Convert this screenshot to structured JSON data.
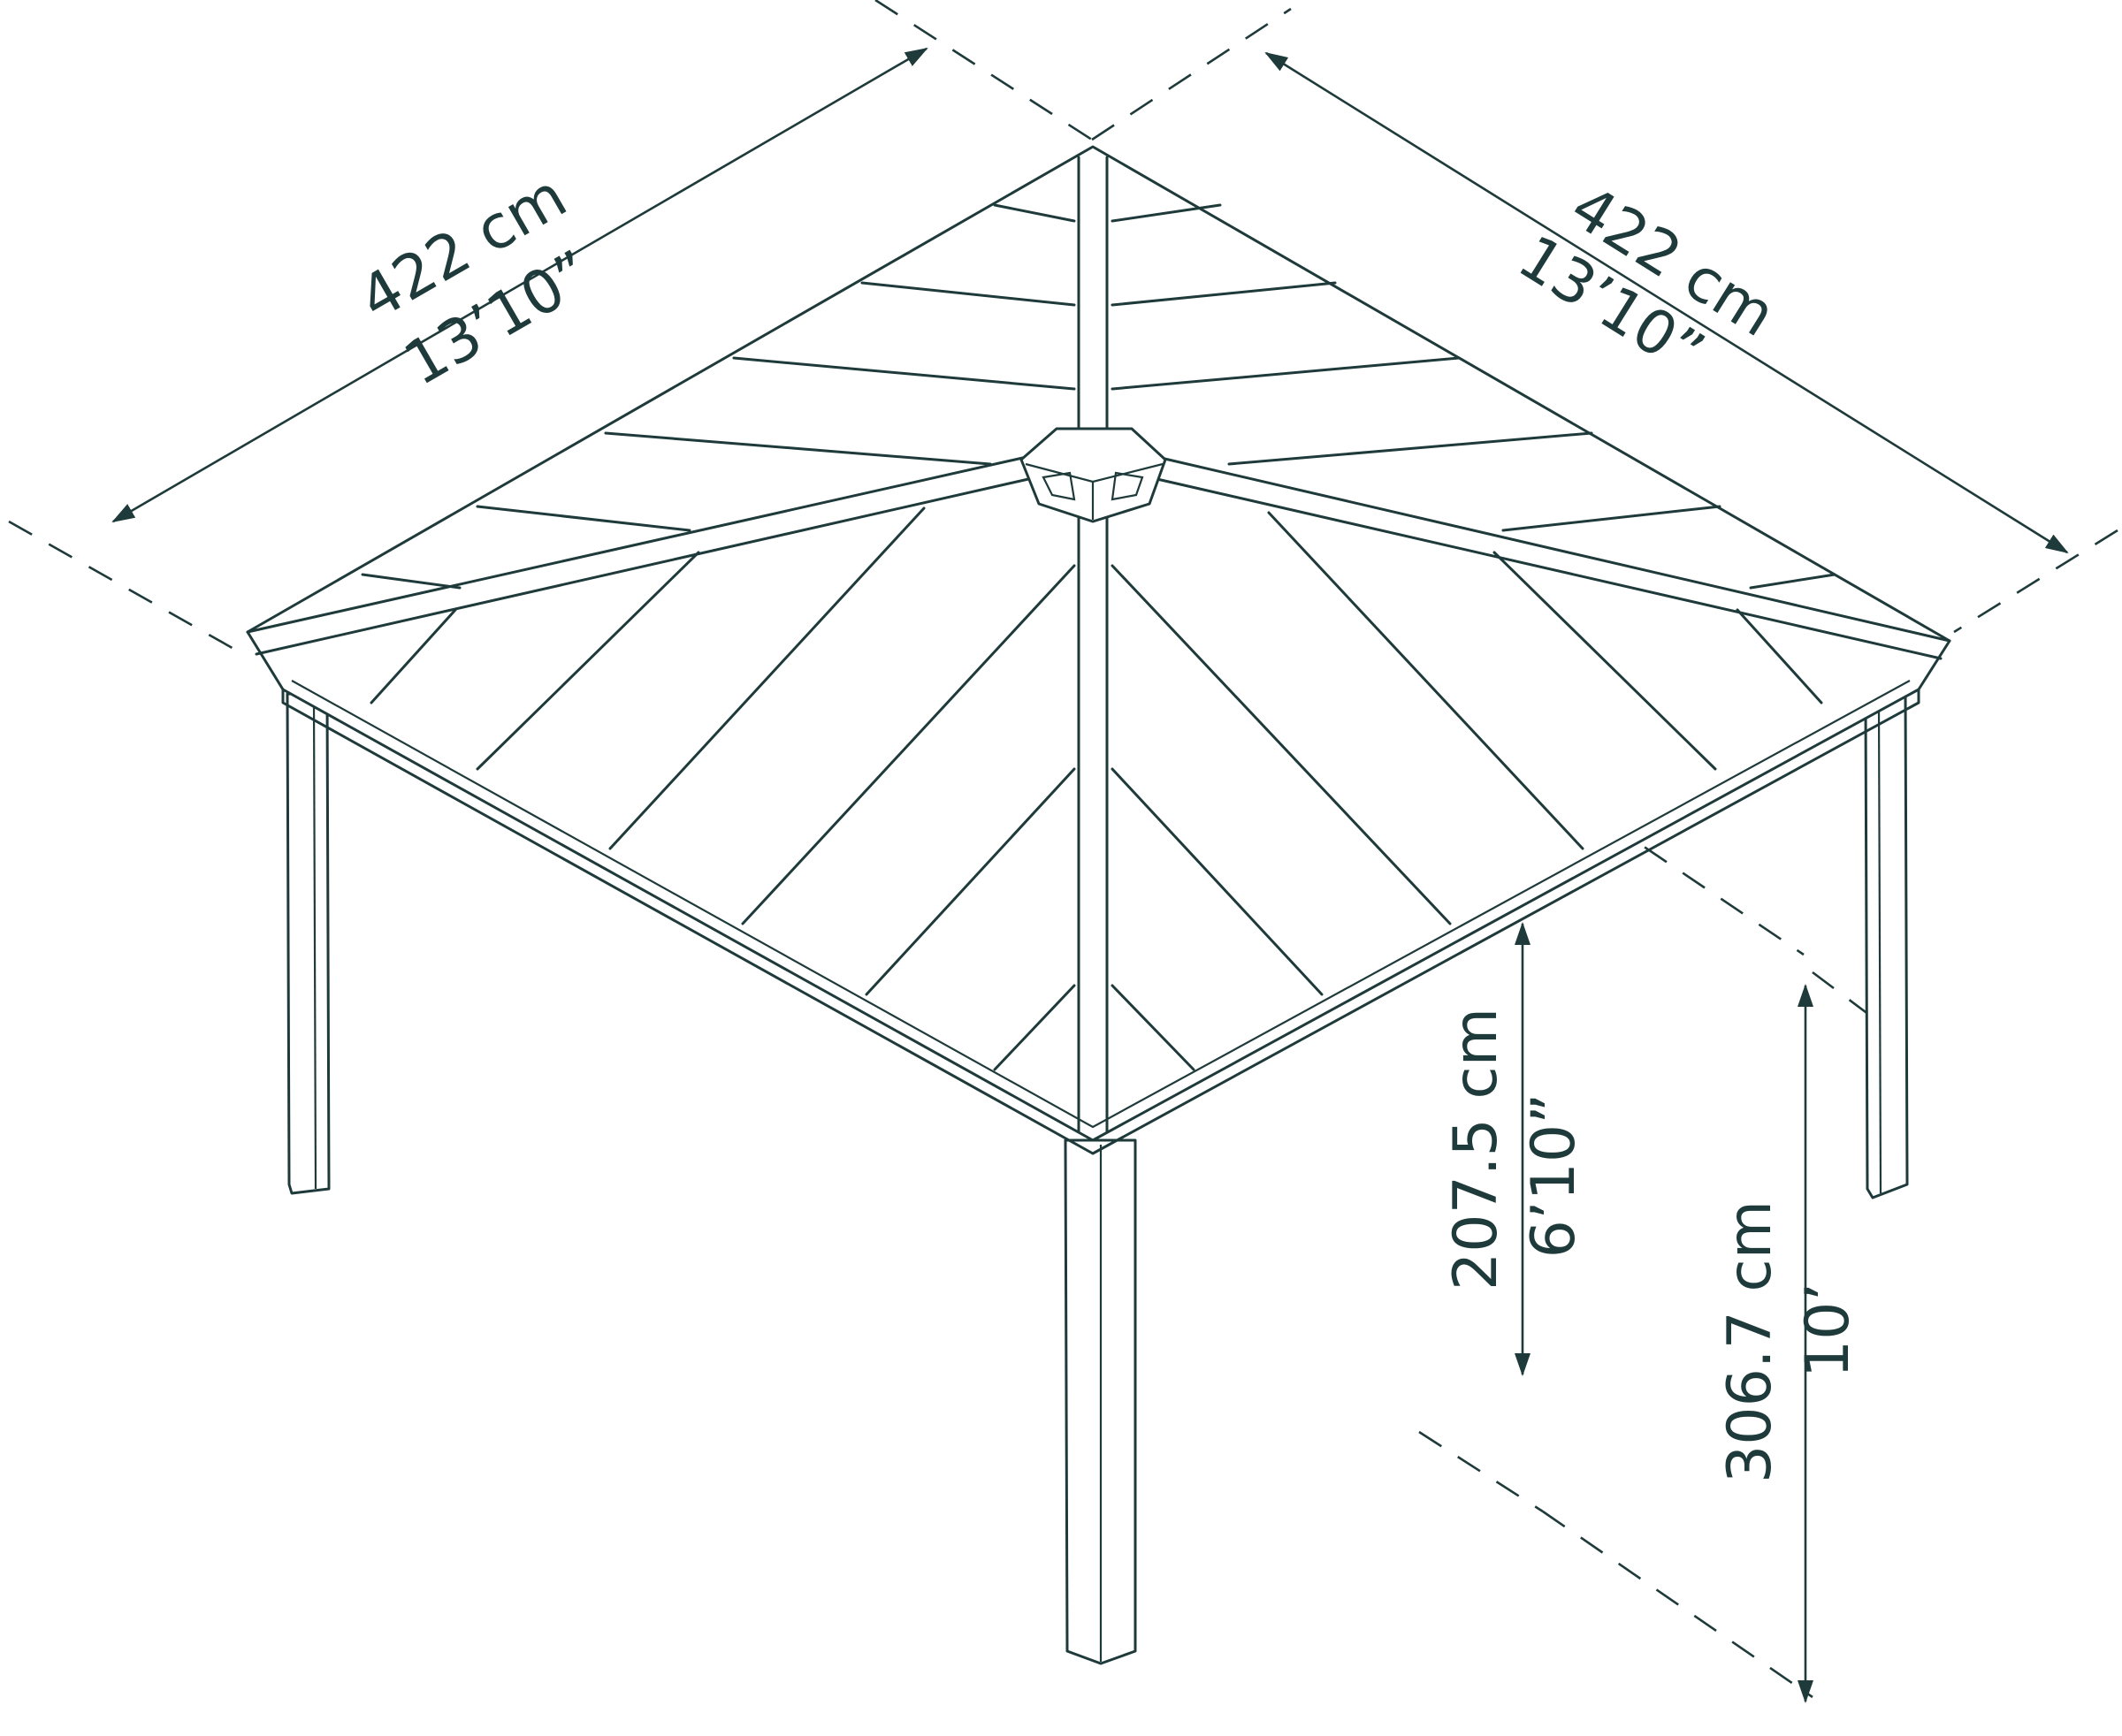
{
  "dimensions": {
    "width_left": {
      "metric": "422 cm",
      "imperial": "13’10”"
    },
    "width_right": {
      "metric": "422 cm",
      "imperial": "13’10”"
    },
    "eave_height": {
      "metric": "207.5 cm",
      "imperial": "6’10”"
    },
    "total_height": {
      "metric": "306.7 cm",
      "imperial": "10’"
    }
  },
  "colors": {
    "line": "#1f3a3a",
    "background": "#ffffff"
  }
}
